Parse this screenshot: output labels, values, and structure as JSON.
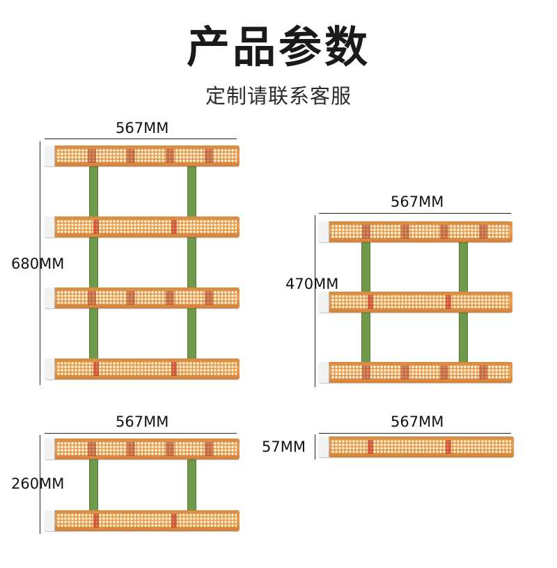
{
  "header": {
    "title": "产品参数",
    "subtitle": "定制请联系客服"
  },
  "colors": {
    "bar": "#e9a25a",
    "rail": "#6f9a4b",
    "led": "#fff6dc"
  },
  "fixtures": [
    {
      "id": "four-bar",
      "bars": 4,
      "width_label": "567MM",
      "height_label": "680MM"
    },
    {
      "id": "three-bar",
      "bars": 3,
      "width_label": "567MM",
      "height_label": "470MM"
    },
    {
      "id": "two-bar",
      "bars": 2,
      "width_label": "567MM",
      "height_label": "260MM"
    },
    {
      "id": "single-bar",
      "bars": 1,
      "width_label": "567MM",
      "height_label": "57MM"
    }
  ]
}
